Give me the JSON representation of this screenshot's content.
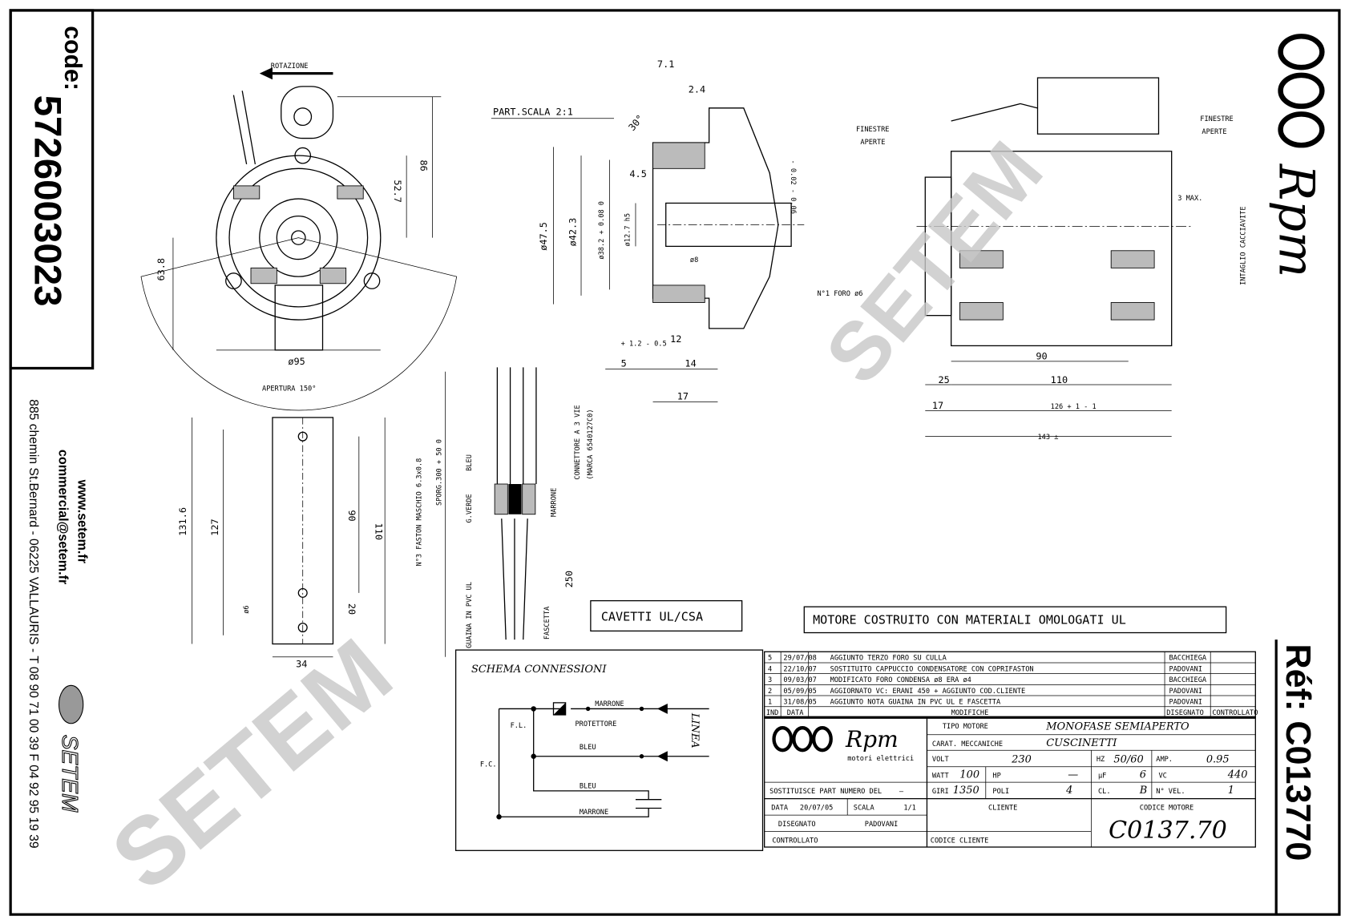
{
  "sheet": {
    "code_label": "code:",
    "code_value": "5726003023",
    "ref_label": "Réf: C013770",
    "watermark": "SETEM",
    "contact": {
      "website": "www.setem.fr",
      "email": "commercial@setem.fr",
      "address": "885 chemin St.Bernard  -  06225 VALLAURIS  -  T 08 90 71 00 39  F 04 92 95 19 39",
      "brand": "SETEM"
    },
    "logo_text": "Rpm"
  },
  "front_view": {
    "rotation": "ROTAZIONE",
    "dim_86": "86",
    "dim_52_7": "52.7",
    "dim_63_8": "63.8",
    "dim_d95": "ø95",
    "aperture": "APERTURA 150°"
  },
  "side_view": {
    "dim_131_6": "131.6",
    "dim_127": "127",
    "dim_90": "90",
    "dim_110": "110",
    "dim_20": "20",
    "dim_d6": "ø6",
    "dim_34": "34"
  },
  "detail": {
    "title": "PART.SCALA 2:1",
    "dim_7_1": "7.1",
    "dim_2_4": "2.4",
    "angle": "30°",
    "dim_4_5": "4.5",
    "dim_d47_5": "ø47.5",
    "dim_d42_3": "ø42.3",
    "dim_d38_2": "ø38.2 + 0.08 0",
    "dim_d12_7": "ø12.7 h5",
    "dim_d8": "ø8",
    "tol_shaft": "- 0.02 - 0.06",
    "tol_12": "+ 1.2 - 0.5",
    "dim_12": "12",
    "dim_5": "5",
    "dim_14": "14",
    "dim_17": "17"
  },
  "wiring": {
    "faston": "N°3 FASTON MASCHIO 6.3x0.8",
    "sporg": "SPORG.300 + 50 0",
    "g_verde": "G.VERDE",
    "bleu": "BLEU",
    "marrone": "MARRONE",
    "connector": "CONNETTORE A 3 VIE",
    "connector_brand": "(MARCA 6540127C0)",
    "guaina": "GUAINA IN PVC UL",
    "fascetta": "FASCETTA",
    "dim_250": "250",
    "cables_note": "CAVETTI UL/CSA"
  },
  "section_view": {
    "windows_left": [
      "FINESTRE",
      "APERTE"
    ],
    "windows_right": [
      "FINESTRE",
      "APERTE"
    ],
    "max3": "3 MAX.",
    "slot": "INTAGLIO CACCIAVITE",
    "hole": "N°1 FORO ø6",
    "dim_90": "90",
    "dim_25": "25",
    "dim_110": "110",
    "dim_17": "17",
    "dim_126": "126 + 1 - 1",
    "dim_143": "143 ± "
  },
  "ul_note": "MOTORE COSTRUITO CON MATERIALI OMOLOGATI UL",
  "schema": {
    "title": "SCHEMA CONNESSIONI",
    "marrone_top": "MARRONE",
    "protettore": "PROTETTORE",
    "fl": "F.L.",
    "fc": "F.C.",
    "blu1": "BLEU",
    "blu2": "BLEU",
    "marrone_bottom": "MARRONE",
    "linea": "LINEA"
  },
  "revisions": {
    "header": {
      "ind": "IND",
      "data": "DATA",
      "modifiche": "MODIFICHE",
      "disegnato": "DISEGNATO",
      "controllato": "CONTROLLATO"
    },
    "rows": [
      {
        "ind": "5",
        "date": "29/07/08",
        "text": "AGGIUNTO TERZO FORO SU CULLA",
        "by": "BACCHIEGA"
      },
      {
        "ind": "4",
        "date": "22/10/07",
        "text": "SOSTITUITO CAPPUCCIO CONDENSATORE CON COPRIFASTON",
        "by": "PADOVANI"
      },
      {
        "ind": "3",
        "date": "09/03/07",
        "text": "MODIFICATO FORO CONDENSA ø8 ERA ø4",
        "by": "BACCHIEGA"
      },
      {
        "ind": "2",
        "date": "05/09/05",
        "text": "AGGIORNATO VC: ERANI 450 + AGGIUNTO COD.CLIENTE",
        "by": "PADOVANI"
      },
      {
        "ind": "1",
        "date": "31/08/05",
        "text": "AGGIUNTO NOTA GUAINA IN PVC UL E FASCETTA",
        "by": "PADOVANI"
      }
    ]
  },
  "title_block": {
    "logo": "Rpm",
    "logo_sub": "motori elettrici",
    "tipo_label": "TIPO MOTORE",
    "tipo_value": "MONOFASE SEMIAPERTO",
    "carat_label": "CARAT. MECCANICHE",
    "carat_value": "CUSCINETTI",
    "volt_label": "VOLT",
    "volt": "230",
    "hz_label": "HZ",
    "hz": "50/60",
    "amp_label": "AMP.",
    "amp": "0.95",
    "watt_label": "WATT",
    "watt": "100",
    "hp_label": "HP",
    "hp": "—",
    "uf_label": "µF",
    "uf": "6",
    "vc_label": "VC",
    "vc": "440",
    "giri_label": "GIRI",
    "giri": "1350",
    "poli_label": "POLI",
    "poli": "4",
    "cl_label": "CL.",
    "cl": "B",
    "vel_label": "N° VEL.",
    "vel": "1",
    "replaces_label": "SOSTITUISCE PART NUMERO DEL",
    "replaces": "—",
    "data_label": "DATA",
    "data": "20/07/05",
    "scala_label": "SCALA",
    "scala": "1/1",
    "disegnato_label": "DISEGNATO",
    "disegnato": "PADOVANI",
    "controllato_label": "CONTROLLATO",
    "cliente_label": "CLIENTE",
    "codice_cliente_label": "CODICE CLIENTE",
    "codice_motore_label": "CODICE MOTORE",
    "codice_motore": "C0137.70"
  }
}
